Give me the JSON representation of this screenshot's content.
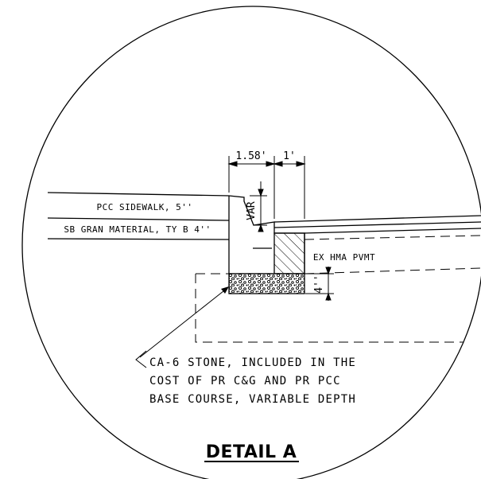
{
  "detail": {
    "title": "DETAIL A"
  },
  "dimensions": {
    "curb_width": "1.58'",
    "gutter_width": "1'",
    "curb_height": "VAR",
    "stone_depth": "4''"
  },
  "layers": {
    "sidewalk": "PCC SIDEWALK, 5''",
    "subbase": "SB GRAN MATERIAL, TY B 4''",
    "pavement": "EX HMA PVMT"
  },
  "note": {
    "lines": [
      "CA-6 STONE, INCLUDED IN THE",
      "COST OF PR C&G AND PR PCC",
      "BASE COURSE, VARIABLE DEPTH"
    ]
  }
}
